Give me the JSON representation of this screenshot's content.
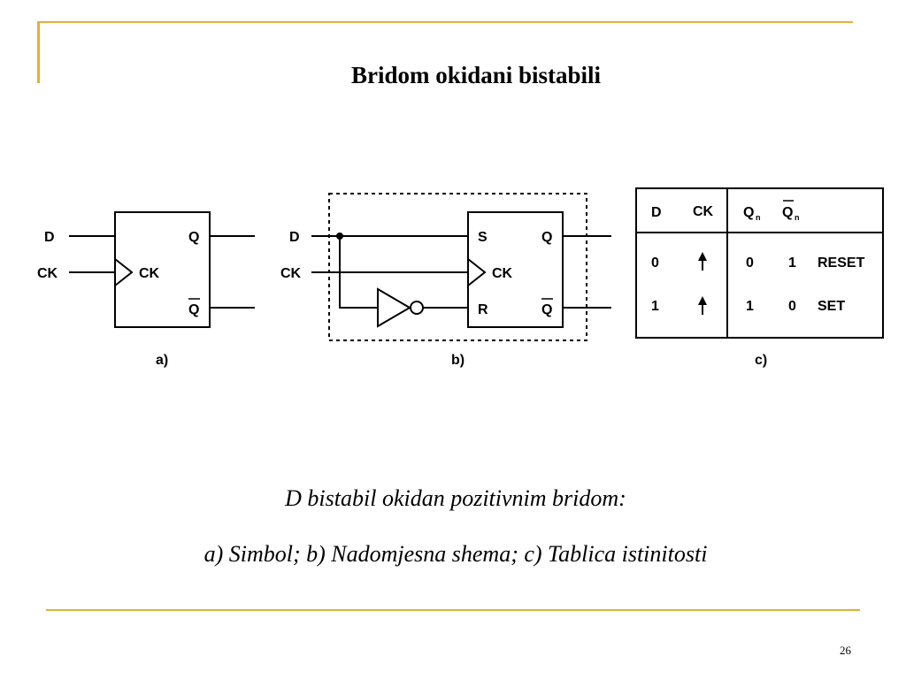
{
  "slide": {
    "title": "Bridom okidani bistabili",
    "caption_line1": "D bistabil okidan pozitivnim bridom:",
    "caption_line2": "a) Simbol; b) Nadomjesna shema; c) Tablica istinitosti",
    "page_number": "26"
  },
  "diagram_a": {
    "label": "a)",
    "in_d": "D",
    "in_ck": "CK",
    "pin_ck": "CK",
    "out_q": "Q",
    "out_qbar": "Q"
  },
  "diagram_b": {
    "label": "b)",
    "in_d": "D",
    "in_ck": "CK",
    "pin_s": "S",
    "pin_ck": "CK",
    "pin_r": "R",
    "out_q": "Q",
    "out_qbar": "Q"
  },
  "table_c": {
    "label": "c)",
    "headers": {
      "d": "D",
      "ck": "CK",
      "qn": "Q",
      "qn_sub": "n",
      "qnbar": "Q",
      "qnbar_sub": "n"
    },
    "rows": [
      {
        "d": "0",
        "qn": "0",
        "qnbar": "1",
        "state": "RESET"
      },
      {
        "d": "1",
        "qn": "1",
        "qnbar": "0",
        "state": "SET"
      }
    ]
  }
}
